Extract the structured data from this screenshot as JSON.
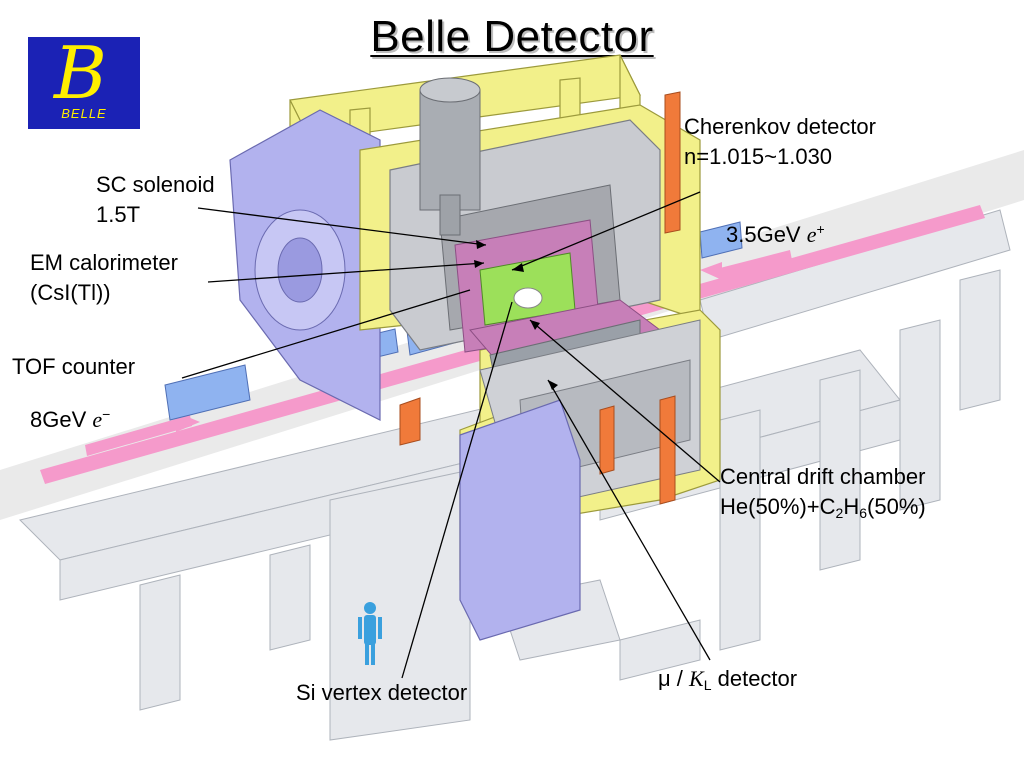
{
  "title": "Belle Detector",
  "logo": {
    "text": "BELLE"
  },
  "labels": {
    "cherenkov_line1": "Cherenkov detector",
    "cherenkov_line2": "n=1.015~1.030",
    "sc_solenoid_line1": "SC solenoid",
    "sc_solenoid_line2": "1.5T",
    "em_calorimeter_line1": "EM calorimeter",
    "em_calorimeter_line2": "(CsI(Tl))",
    "tof_counter": "TOF counter",
    "beam_low_energy": "3.5GeV",
    "beam_low_particle": "e",
    "beam_low_charge": "+",
    "beam_high_energy": "8GeV",
    "beam_high_particle": "e",
    "beam_high_charge": "−",
    "cdc_line1": "Central drift chamber",
    "cdc_gas_a": "He(50%)+C",
    "cdc_gas_sub1": "2",
    "cdc_gas_b": "H",
    "cdc_gas_sub2": "6",
    "cdc_gas_c": "(50%)",
    "mu_symbol": "μ / ",
    "kl_symbol": "K",
    "kl_sub": "L",
    "mu_kl_rest": " detector",
    "si_vertex": "Si vertex detector"
  },
  "colors": {
    "logo_bg": "#1b22b5",
    "logo_fg": "#ffef00",
    "yoke_yellow": "#f2f08a",
    "endcap_lavender": "#b2b2ee",
    "beam_pink": "#f59acb",
    "beampipe_blue": "#8fb3f0",
    "calorimeter_purple": "#c77fb8",
    "drift_green": "#9ce05a",
    "floor_grey": "#e4e6ea",
    "orange_detail": "#f07a3a"
  }
}
